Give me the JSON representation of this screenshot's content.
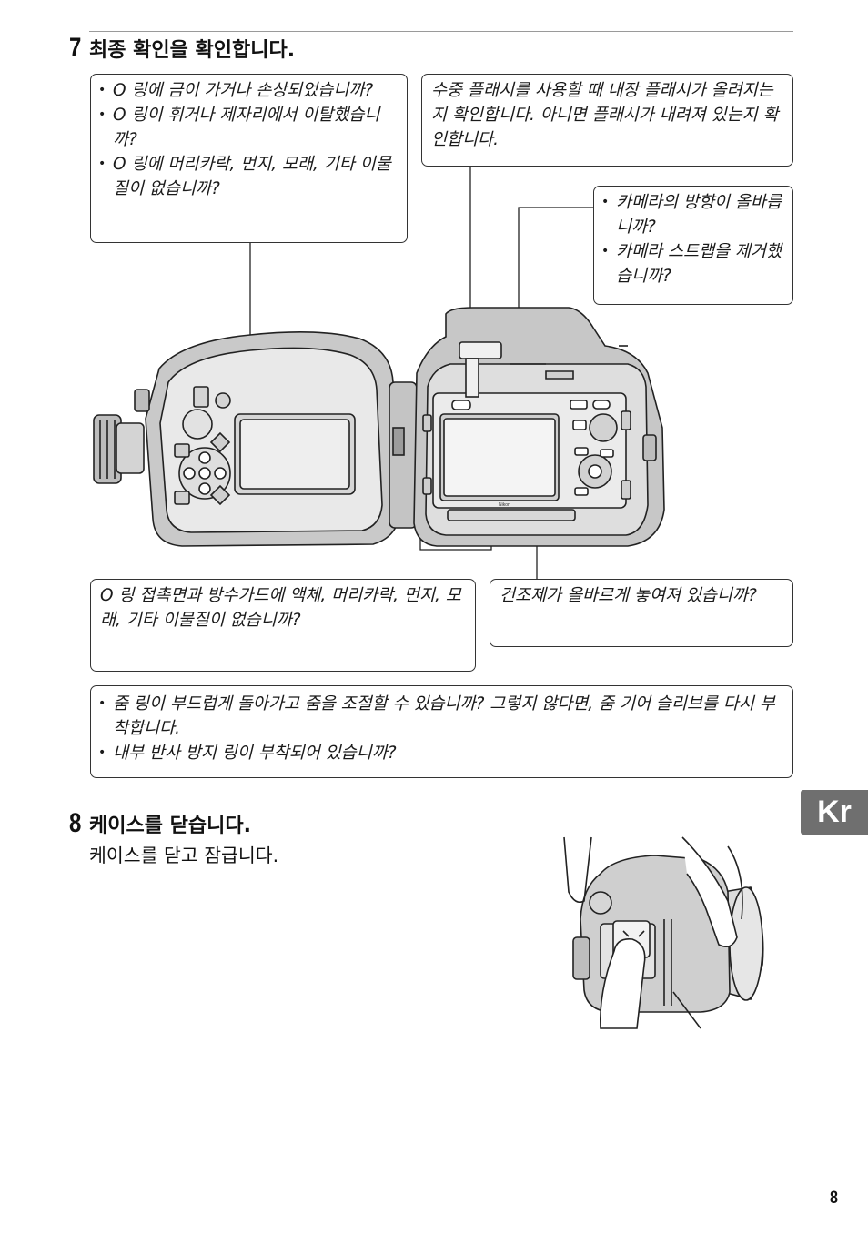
{
  "step7": {
    "number": "7",
    "title": "최종 확인을 확인합니다.",
    "callout_oring": {
      "items": [
        "O 링에 금이 가거나 손상되었습니까?",
        "O 링이 휘거나 제자리에서 이탈했습니까?",
        "O 링에 머리카락, 먼지, 모래, 기타 이물질이 없습니까?"
      ]
    },
    "callout_flash": "수중 플래시를 사용할 때 내장 플래시가 올려지는지 확인합니다. 아니면 플래시가 내려져 있는지 확인합니다.",
    "callout_camera": {
      "items": [
        "카메라의 방향이 올바릅니까?",
        "카메라 스트랩을 제거했습니까?"
      ]
    },
    "callout_contact": "O 링 접촉면과 방수가드에 액체, 머리카락, 먼지, 모래, 기타 이물질이 없습니까?",
    "callout_desiccant": "건조제가 올바르게 놓여져 있습니까?",
    "callout_zoom": {
      "items": [
        "줌 링이 부드럽게 돌아가고 줌을 조절할 수 있습니까? 그렇지 않다면, 줌 기어 슬리브를 다시 부착합니다.",
        "내부 반사 방지 링이 부착되어 있습니까?"
      ]
    },
    "camera_brand": "Nikon"
  },
  "step8": {
    "number": "8",
    "title": "케이스를 닫습니다.",
    "body": "케이스를 닫고 잠급니다."
  },
  "side_tab": "Kr",
  "page_number": "8"
}
